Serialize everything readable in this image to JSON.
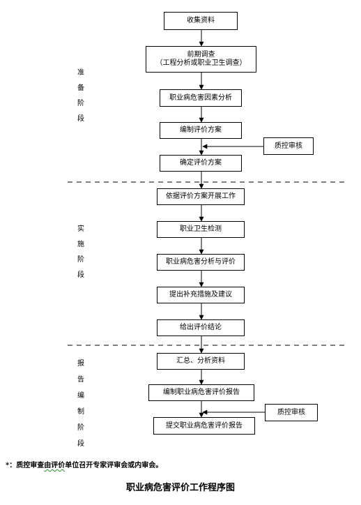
{
  "steps": {
    "collect": "收集资料",
    "prelim_line1": "前期调查",
    "prelim_line2": "（工程分析或职业卫生调查）",
    "hazard_factor": "职业病危害因素分析",
    "plan": "编制评价方案",
    "confirm_plan": "确定评价方案",
    "start_work": "依据评价方案开展工作",
    "monitor": "职业卫生检测",
    "analyze": "职业病危害分析与评价",
    "measures": "提出补充措施及建议",
    "conclusion": "给出评价结论",
    "summarize": "汇总、分析资料",
    "draft_report": "编制职业病危害评价报告",
    "submit_report": "提交职业病危害评价报告"
  },
  "qc": {
    "qc1": "质控审核",
    "qc2": "质控审核"
  },
  "stages": {
    "prep": [
      "准",
      "备",
      "阶",
      "段"
    ],
    "impl": [
      "实",
      "施",
      "阶",
      "段"
    ],
    "report": [
      "报",
      "告",
      "编",
      "制",
      "阶",
      "段"
    ]
  },
  "footnote": {
    "prefix": "*：质控审查",
    "underlined": "由评价",
    "suffix": "单位召开专家评审会或内审会。"
  },
  "title": "职业病危害评价工作程序图"
}
